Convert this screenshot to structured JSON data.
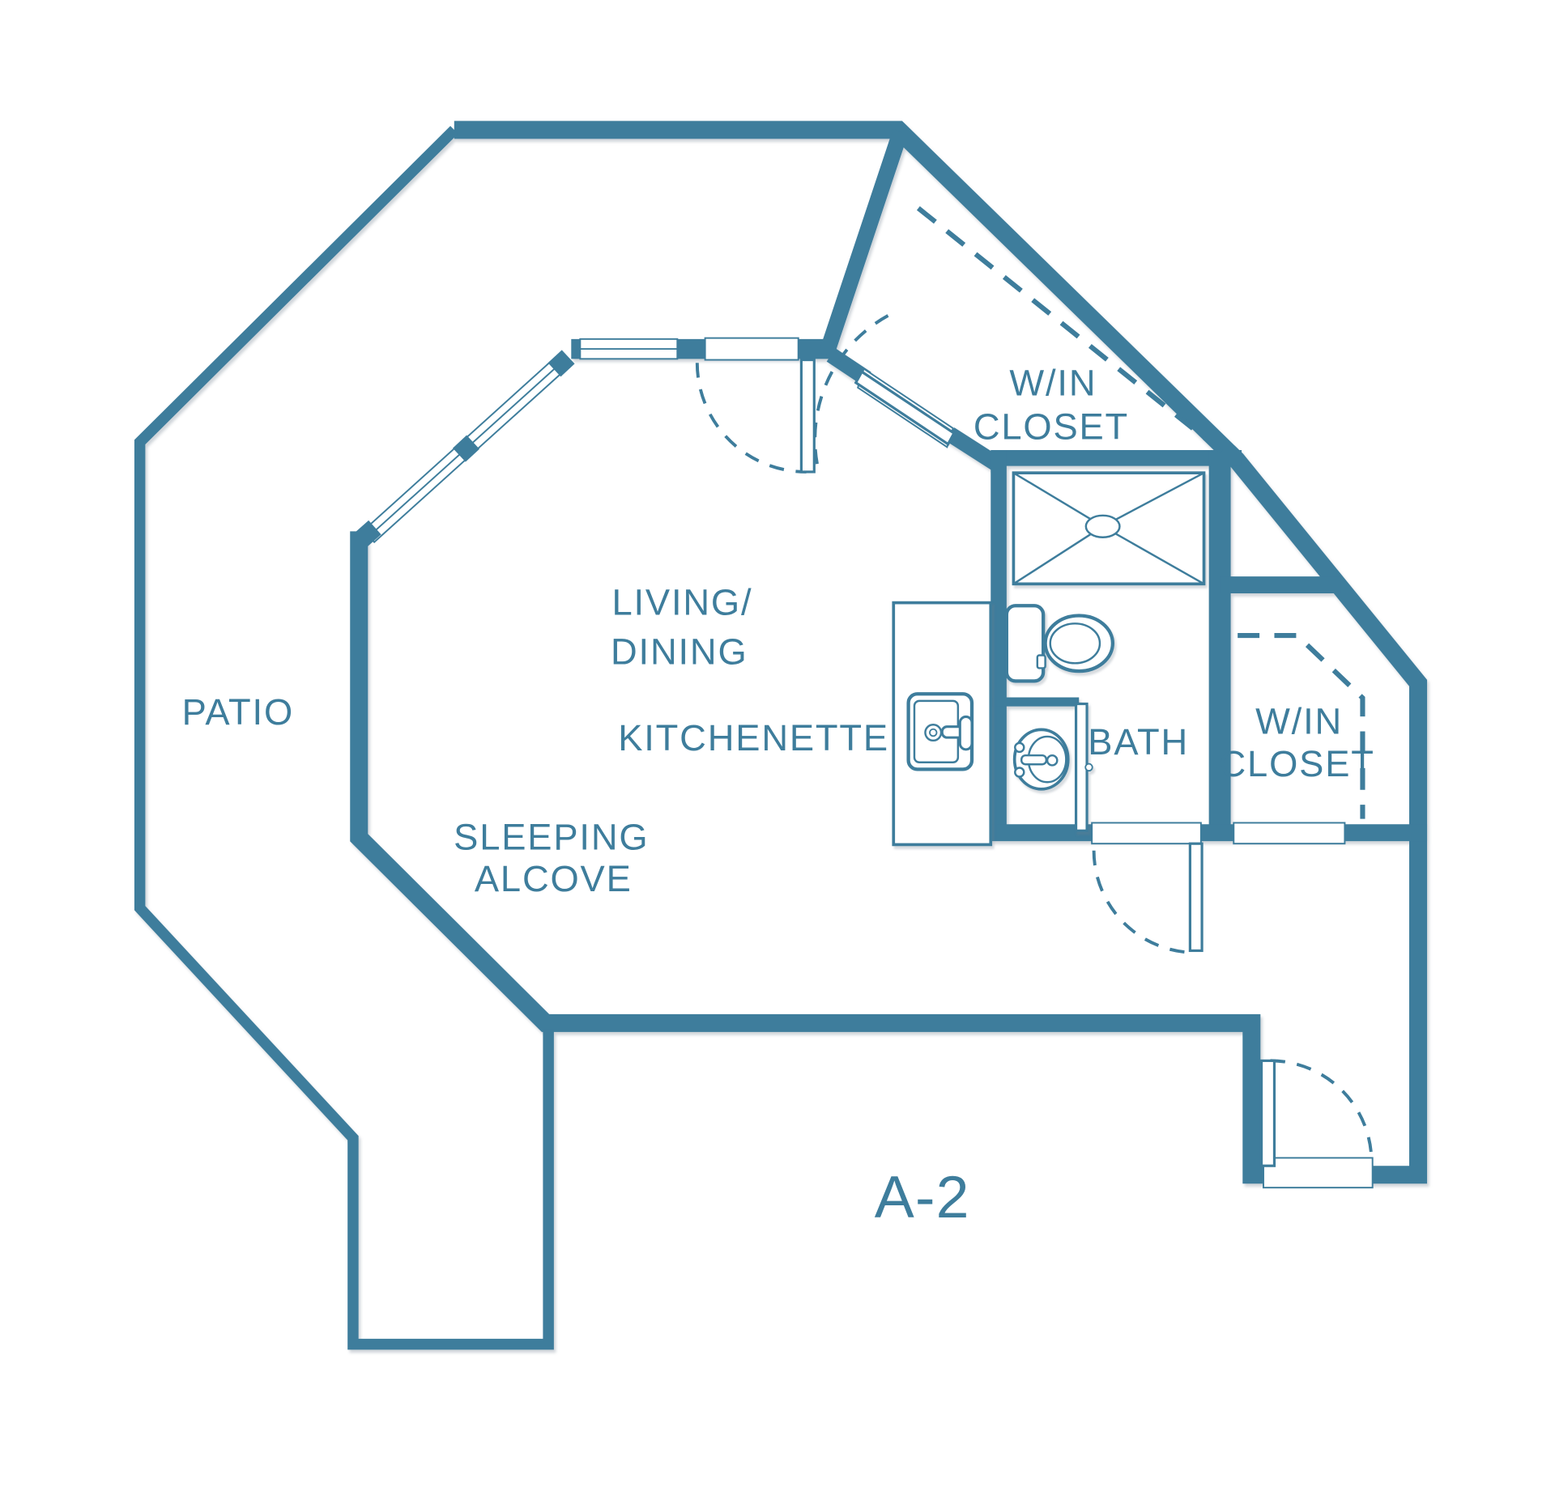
{
  "floor_plan": {
    "unit_label": "A-2",
    "labels": {
      "patio": "PATIO",
      "living_line1": "LIVING/",
      "living_line2": "DINING",
      "kitchenette": "KITCHENETTE",
      "sleeping_line1": "SLEEPING",
      "sleeping_line2": "ALCOVE",
      "bath": "BATH",
      "closet_top_line1": "W/IN",
      "closet_top_line2": "CLOSET",
      "closet_right_line1": "W/IN",
      "closet_right_line2": "CLOSET"
    },
    "colors": {
      "wall": "#3e7d9c",
      "text": "#3e7d9c",
      "background": "#ffffff"
    }
  }
}
